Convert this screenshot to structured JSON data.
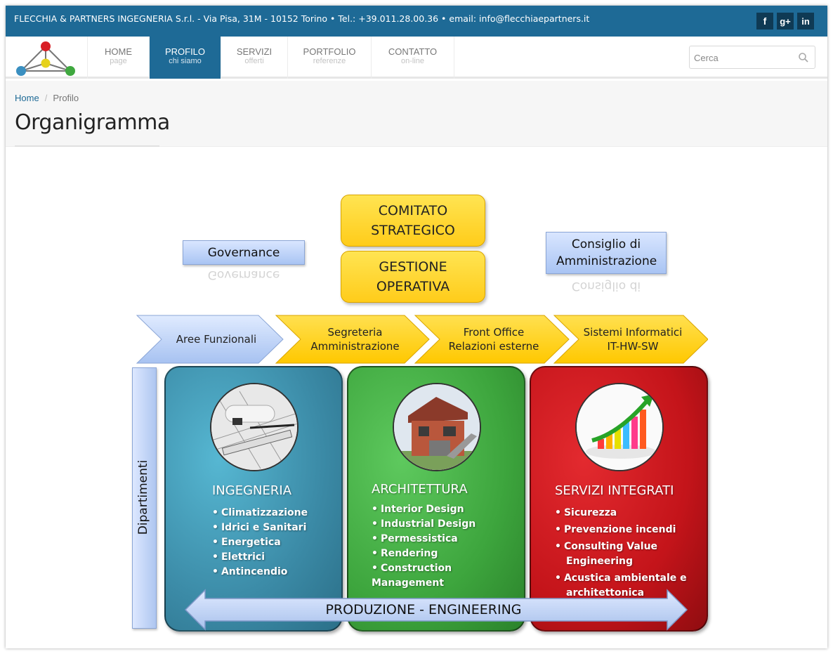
{
  "topbar": {
    "contact_line": "FLECCHIA & PARTNERS INGEGNERIA S.r.l. - Via Pisa, 31M - 10152 Torino • Tel.: +39.011.28.00.36 • email: info@flecchiaepartners.it",
    "social": [
      {
        "name": "facebook-icon",
        "glyph": "f"
      },
      {
        "name": "google-plus-icon",
        "glyph": "g+"
      },
      {
        "name": "linkedin-icon",
        "glyph": "in"
      }
    ]
  },
  "nav": {
    "items": [
      {
        "label": "HOME",
        "sub": "page"
      },
      {
        "label": "PROFILO",
        "sub": "chi siamo",
        "active": true
      },
      {
        "label": "SERVIZI",
        "sub": "offerti"
      },
      {
        "label": "PORTFOLIO",
        "sub": "referenze"
      },
      {
        "label": "CONTATTO",
        "sub": "on-line"
      }
    ],
    "search_placeholder": "Cerca"
  },
  "breadcrumb": {
    "home": "Home",
    "separator": "/",
    "current": "Profilo"
  },
  "page_title": "Organigramma",
  "org": {
    "comitato": "COMITATO STRATEGICO",
    "gestione": "GESTIONE OPERATIVA",
    "governance": "Governance",
    "consiglio": "Consiglio di Amministrazione",
    "arrows": {
      "aree": "Aree Funzionali",
      "segreteria": "Segreteria Amministrazione",
      "front_office": "Front Office Relazioni esterne",
      "sistemi": "Sistemi Informatici IT-HW-SW"
    },
    "vertical_label": "Dipartimenti",
    "departments": [
      {
        "title": "INGEGNERIA",
        "color": "#3f93b0",
        "items": [
          "Climatizzazione",
          "Idrici e Sanitari",
          "Energetica",
          "Elettrici",
          "Antincendio"
        ]
      },
      {
        "title": "ARCHITETTURA",
        "color": "#3fa83f",
        "items": [
          "Interior Design",
          "Industrial Design",
          "Permessistica",
          "Rendering",
          "Construction Management"
        ]
      },
      {
        "title": "SERVIZI INTEGRATI",
        "color": "#c8151b",
        "items": [
          "Sicurezza",
          "Prevenzione incendi",
          "Consulting Value Engineering",
          "Acustica ambientale e architettonica"
        ]
      }
    ],
    "production": "PRODUZIONE - ENGINEERING"
  },
  "colors": {
    "brand": "#1e6a96",
    "yellow": "#ffd21f",
    "light_blue": "#b9cff5"
  }
}
